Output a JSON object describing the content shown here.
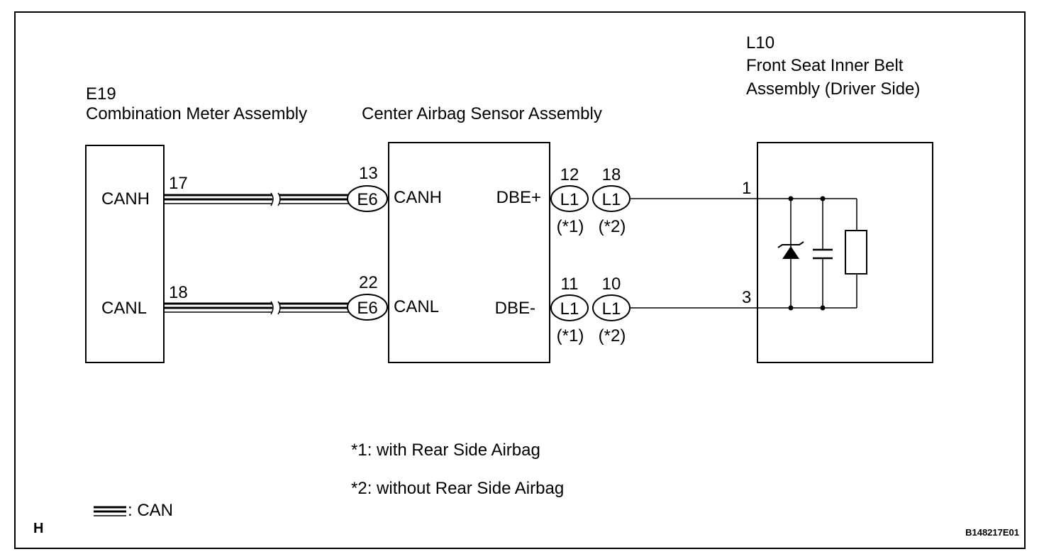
{
  "frame_letter": "H",
  "figure_code": "B148217E01",
  "components": {
    "meter": {
      "code": "E19",
      "name": "Combination Meter Assembly",
      "pins": {
        "canh": "CANH",
        "canl": "CANL"
      },
      "pin_numbers": {
        "canh": "17",
        "canl": "18"
      }
    },
    "airbag_sensor": {
      "name": "Center Airbag Sensor Assembly",
      "pins": {
        "canh": "CANH",
        "canl": "CANL",
        "dbe_plus": "DBE+",
        "dbe_minus": "DBE-"
      },
      "pin_numbers": {
        "canh": "13",
        "canl": "22",
        "dbe_plus_1": "12",
        "dbe_plus_2": "18",
        "dbe_minus_1": "11",
        "dbe_minus_2": "10"
      }
    },
    "belt": {
      "code": "L10",
      "name_line1": "Front Seat Inner Belt",
      "name_line2": "Assembly (Driver Side)",
      "pin_numbers": {
        "top": "1",
        "bottom": "3"
      }
    }
  },
  "connectors": {
    "e6": "E6",
    "l1": "L1"
  },
  "variant_marks": {
    "v1": "(*1)",
    "v2": "(*2)"
  },
  "notes": {
    "note1": "*1: with Rear Side Airbag",
    "note2": "*2: without Rear Side Airbag"
  },
  "legend": {
    "can_label": ": CAN"
  }
}
